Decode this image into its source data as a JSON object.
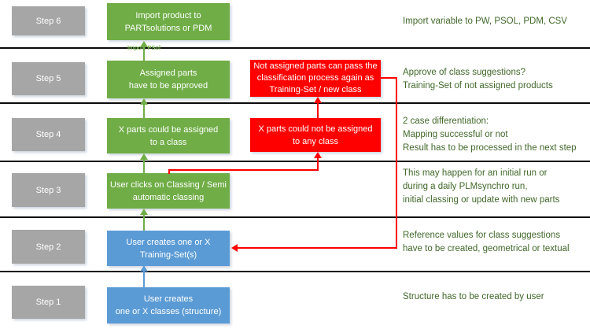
{
  "colors": {
    "box_green": "#70AD47",
    "box_blue": "#5B9BD5",
    "box_gray": "#A6A6A6",
    "box_red": "#FF0000",
    "note_text_green": "#41682A",
    "separator_black": "#0A0A0A",
    "box_text_white": "#FFFFFF"
  },
  "arrow_label": "Import PSol",
  "steps": {
    "step6": {
      "label": "Step 6",
      "main": [
        "Import product to",
        "PARTsolutions or PDM"
      ],
      "note": [
        "Import variable to  PW, PSOL, PDM, CSV"
      ]
    },
    "step5": {
      "label": "Step 5",
      "main": [
        "Assigned parts",
        "have to be approved"
      ],
      "alt": [
        "Not assigned parts can pass the",
        "classification process again as",
        "Training-Set / new class"
      ],
      "note": [
        "Approve of class suggestions?",
        "Training-Set of not assigned products"
      ]
    },
    "step4": {
      "label": "Step 4",
      "main": [
        "X parts could be assigned",
        "to a class"
      ],
      "alt": [
        "X parts could not be assigned",
        "to any class"
      ],
      "note": [
        "2 case differentiation:",
        "Mapping successful or not",
        "Result has to be processed in the next step"
      ]
    },
    "step3": {
      "label": "Step 3",
      "main": [
        "User clicks on Classing / Semi",
        "automatic classing"
      ],
      "note": [
        "This may happen for an initial run or",
        "during a daily PLMsynchro run,",
        "initial classing or update with new parts"
      ]
    },
    "step2": {
      "label": "Step 2",
      "main": [
        "User creates one or X",
        "Training-Set(s)"
      ],
      "note": [
        "Reference values for class suggestions",
        "have to be created, geometrical or textual"
      ]
    },
    "step1": {
      "label": "Step 1",
      "main": [
        "User creates",
        "one or X classes (structure)"
      ],
      "note": [
        "Structure has to be created by user"
      ]
    }
  }
}
